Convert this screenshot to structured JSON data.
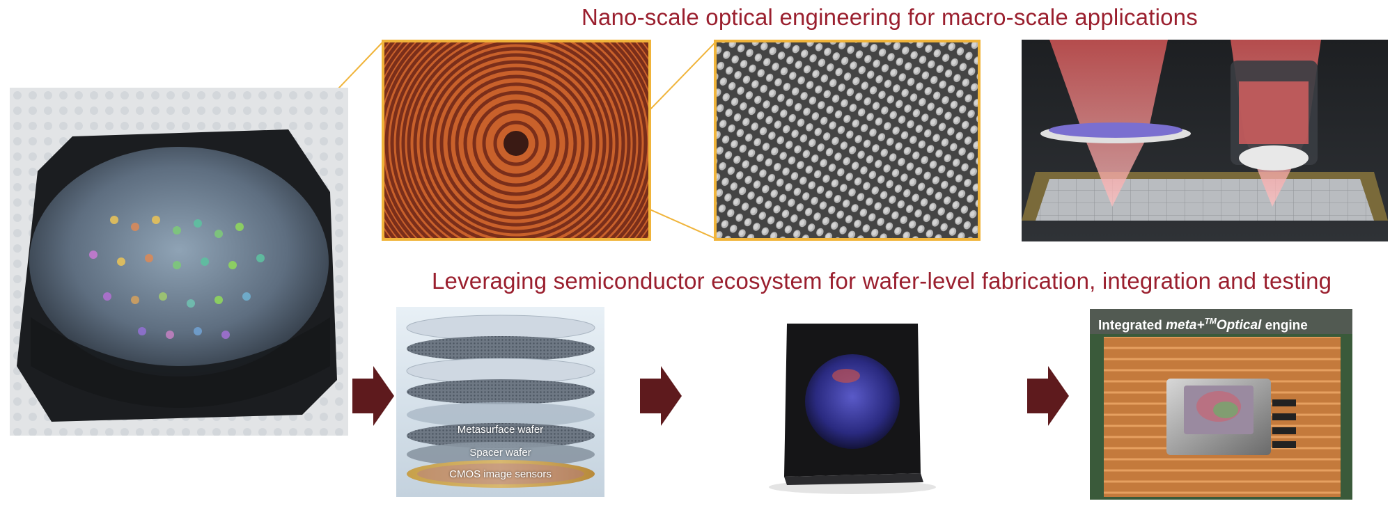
{
  "headings": {
    "top": "Nano-scale optical engineering for macro-scale applications",
    "middle": "Leveraging semiconductor ecosystem for wafer-level fabrication, integration and testing"
  },
  "stack_labels": {
    "metasurface": "Metasurface wafer",
    "spacer": "Spacer wafer",
    "cmos": "CMOS image sensors"
  },
  "engine_caption": {
    "prefix": "Integrated ",
    "brand": "meta+",
    "superscript": "TM",
    "brand_suffix": "Optical",
    "suffix": " engine"
  },
  "colors": {
    "heading": "#9a1f2e",
    "callout_border": "#f0b43a",
    "arrow": "#5e1a1d"
  },
  "icons": {
    "arrow": "right-arrow-icon"
  }
}
